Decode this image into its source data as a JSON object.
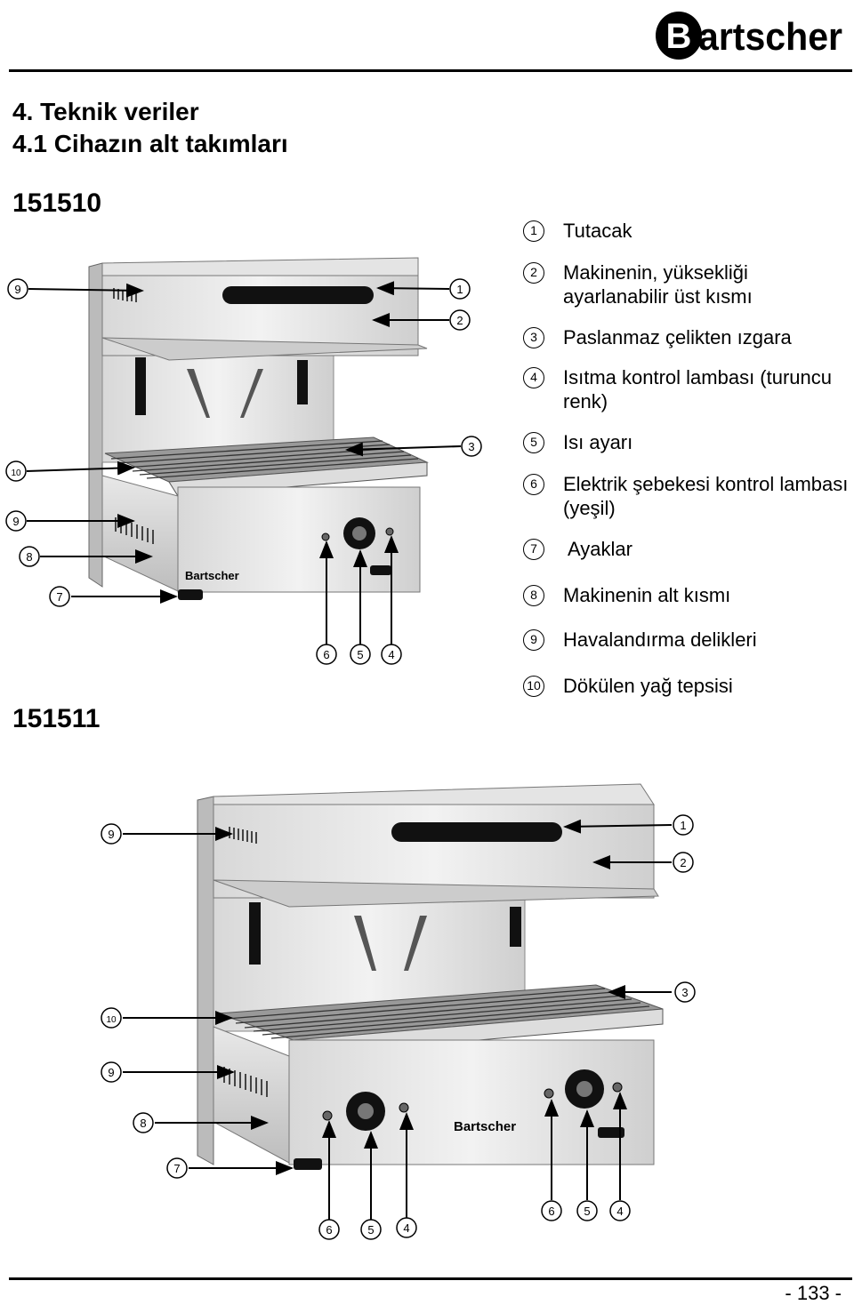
{
  "brand": {
    "name": "Bartscher"
  },
  "heading": {
    "section_title": "4. Teknik veriler",
    "subsection_title": "4.1 Cihazın alt takımları"
  },
  "models": [
    "151510",
    "151511"
  ],
  "legend": [
    {
      "num": "1",
      "text": "Tutacak"
    },
    {
      "num": "2",
      "text": "Makinenin, yüksekliği ayarlanabilir üst kısmı"
    },
    {
      "num": "3",
      "text": "Paslanmaz çelikten ızgara"
    },
    {
      "num": "4",
      "text": "Isıtma kontrol lambası (turuncu renk)"
    },
    {
      "num": "5",
      "text": "Isı ayarı"
    },
    {
      "num": "6",
      "text": "Elektrik şebekesi kontrol lambası (yeşil)"
    },
    {
      "num": "7",
      "text": "Ayaklar"
    },
    {
      "num": "8",
      "text": "Makinenin alt kısmı"
    },
    {
      "num": "9",
      "text": "Havalandırma delikleri"
    },
    {
      "num": "10",
      "text": "Dökülen yağ tepsisi"
    }
  ],
  "page_number": "- 133 -"
}
